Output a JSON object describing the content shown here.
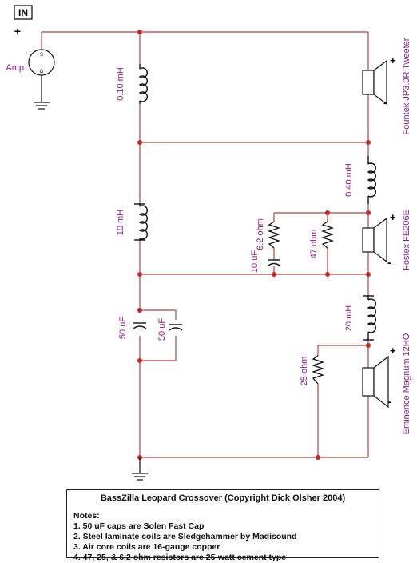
{
  "in_label": "IN",
  "plus_sign": "+",
  "minus_sign": "-",
  "amp": {
    "label": "Amp",
    "s": "S",
    "g": "G"
  },
  "components": {
    "l1": "0.10 mH",
    "l2": "10 mH",
    "l3": "0.40 mH",
    "l4": "20 mH",
    "c1": "50 uF",
    "c2": "50 uF",
    "c3": "10 uF",
    "r1": "6.2 ohm",
    "r2": "47 ohm",
    "r3": "25 ohm"
  },
  "drivers": {
    "tweeter": "Fountek JP3.0R Tweeter",
    "midrange": "Fostex FE206E",
    "woofer": "Eminence Magnum 12HO"
  },
  "notes": {
    "title": "BassZilla Leopard Crossover (Copyright Dick Olsher 2004)",
    "heading": "Notes:",
    "items": [
      "1. 50 uF caps are Solen Fast Cap",
      "2. Steel laminate coils are Sledgehammer by Madisound",
      "3. Air core coils are 16-gauge copper",
      "4. 47, 25, & 6.2 ohm resistors are 25-watt cement type"
    ]
  },
  "colors": {
    "wire": "#b5433f",
    "node": "#c0282a",
    "label": "#8e1c8e",
    "component": "#111111"
  }
}
